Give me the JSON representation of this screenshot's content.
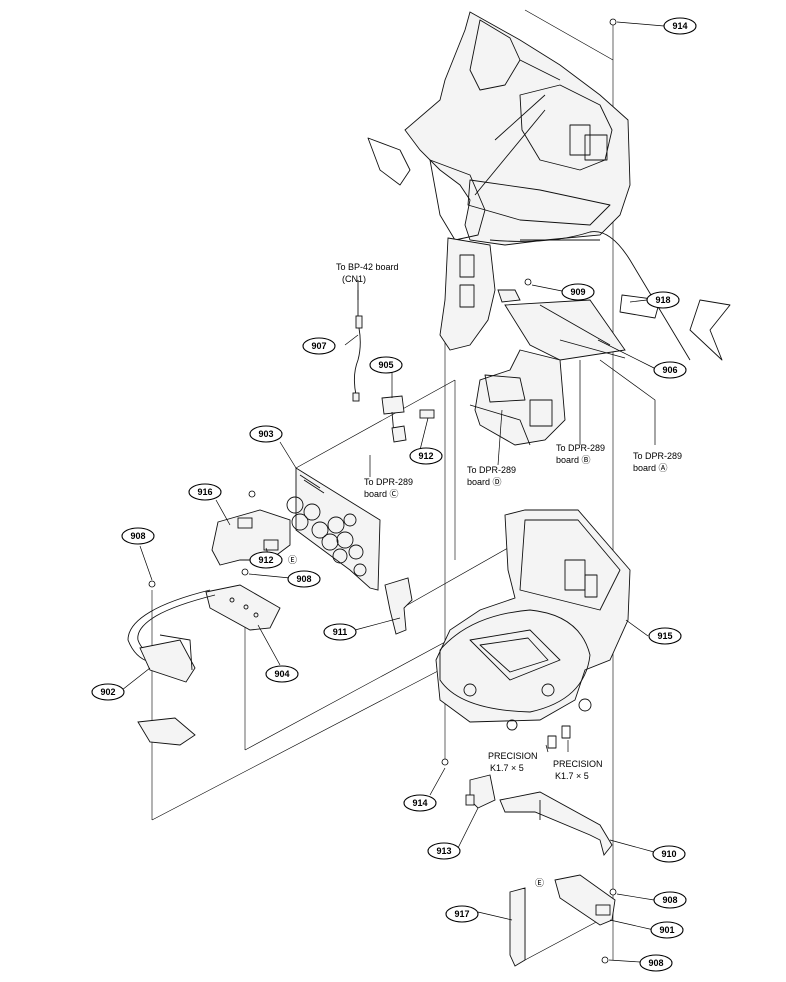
{
  "callouts": {
    "p914_top": "914",
    "p909": "909",
    "p918": "918",
    "p906": "906",
    "p907": "907",
    "p905": "905",
    "p903": "903",
    "p912_a": "912",
    "p916": "916",
    "p912_b": "912",
    "p908_a": "908",
    "p908_b": "908",
    "p911": "911",
    "p904": "904",
    "p902": "902",
    "p915": "915",
    "p914_bottom": "914",
    "p913": "913",
    "p910": "910",
    "p908_c": "908",
    "p917": "917",
    "p901": "901",
    "p908_d": "908"
  },
  "notes": {
    "bp42_line1": "To BP-42 board",
    "bp42_line2": "(CN1)",
    "dpr_c_line1": "To DPR-289",
    "dpr_c_line2": "board Ⓒ",
    "dpr_d_line1": "To DPR-289",
    "dpr_d_line2": "board Ⓓ",
    "dpr_b_line1": "To DPR-289",
    "dpr_b_line2": "board Ⓑ",
    "dpr_a_line1": "To DPR-289",
    "dpr_a_line2": "board Ⓐ",
    "precision_left_line1": "PRECISION",
    "precision_left_line2": "K1.7 × 5",
    "precision_right_line1": "PRECISION",
    "precision_right_line2": "K1.7 × 5",
    "marker_e1": "Ⓔ",
    "marker_e2": "Ⓔ"
  }
}
